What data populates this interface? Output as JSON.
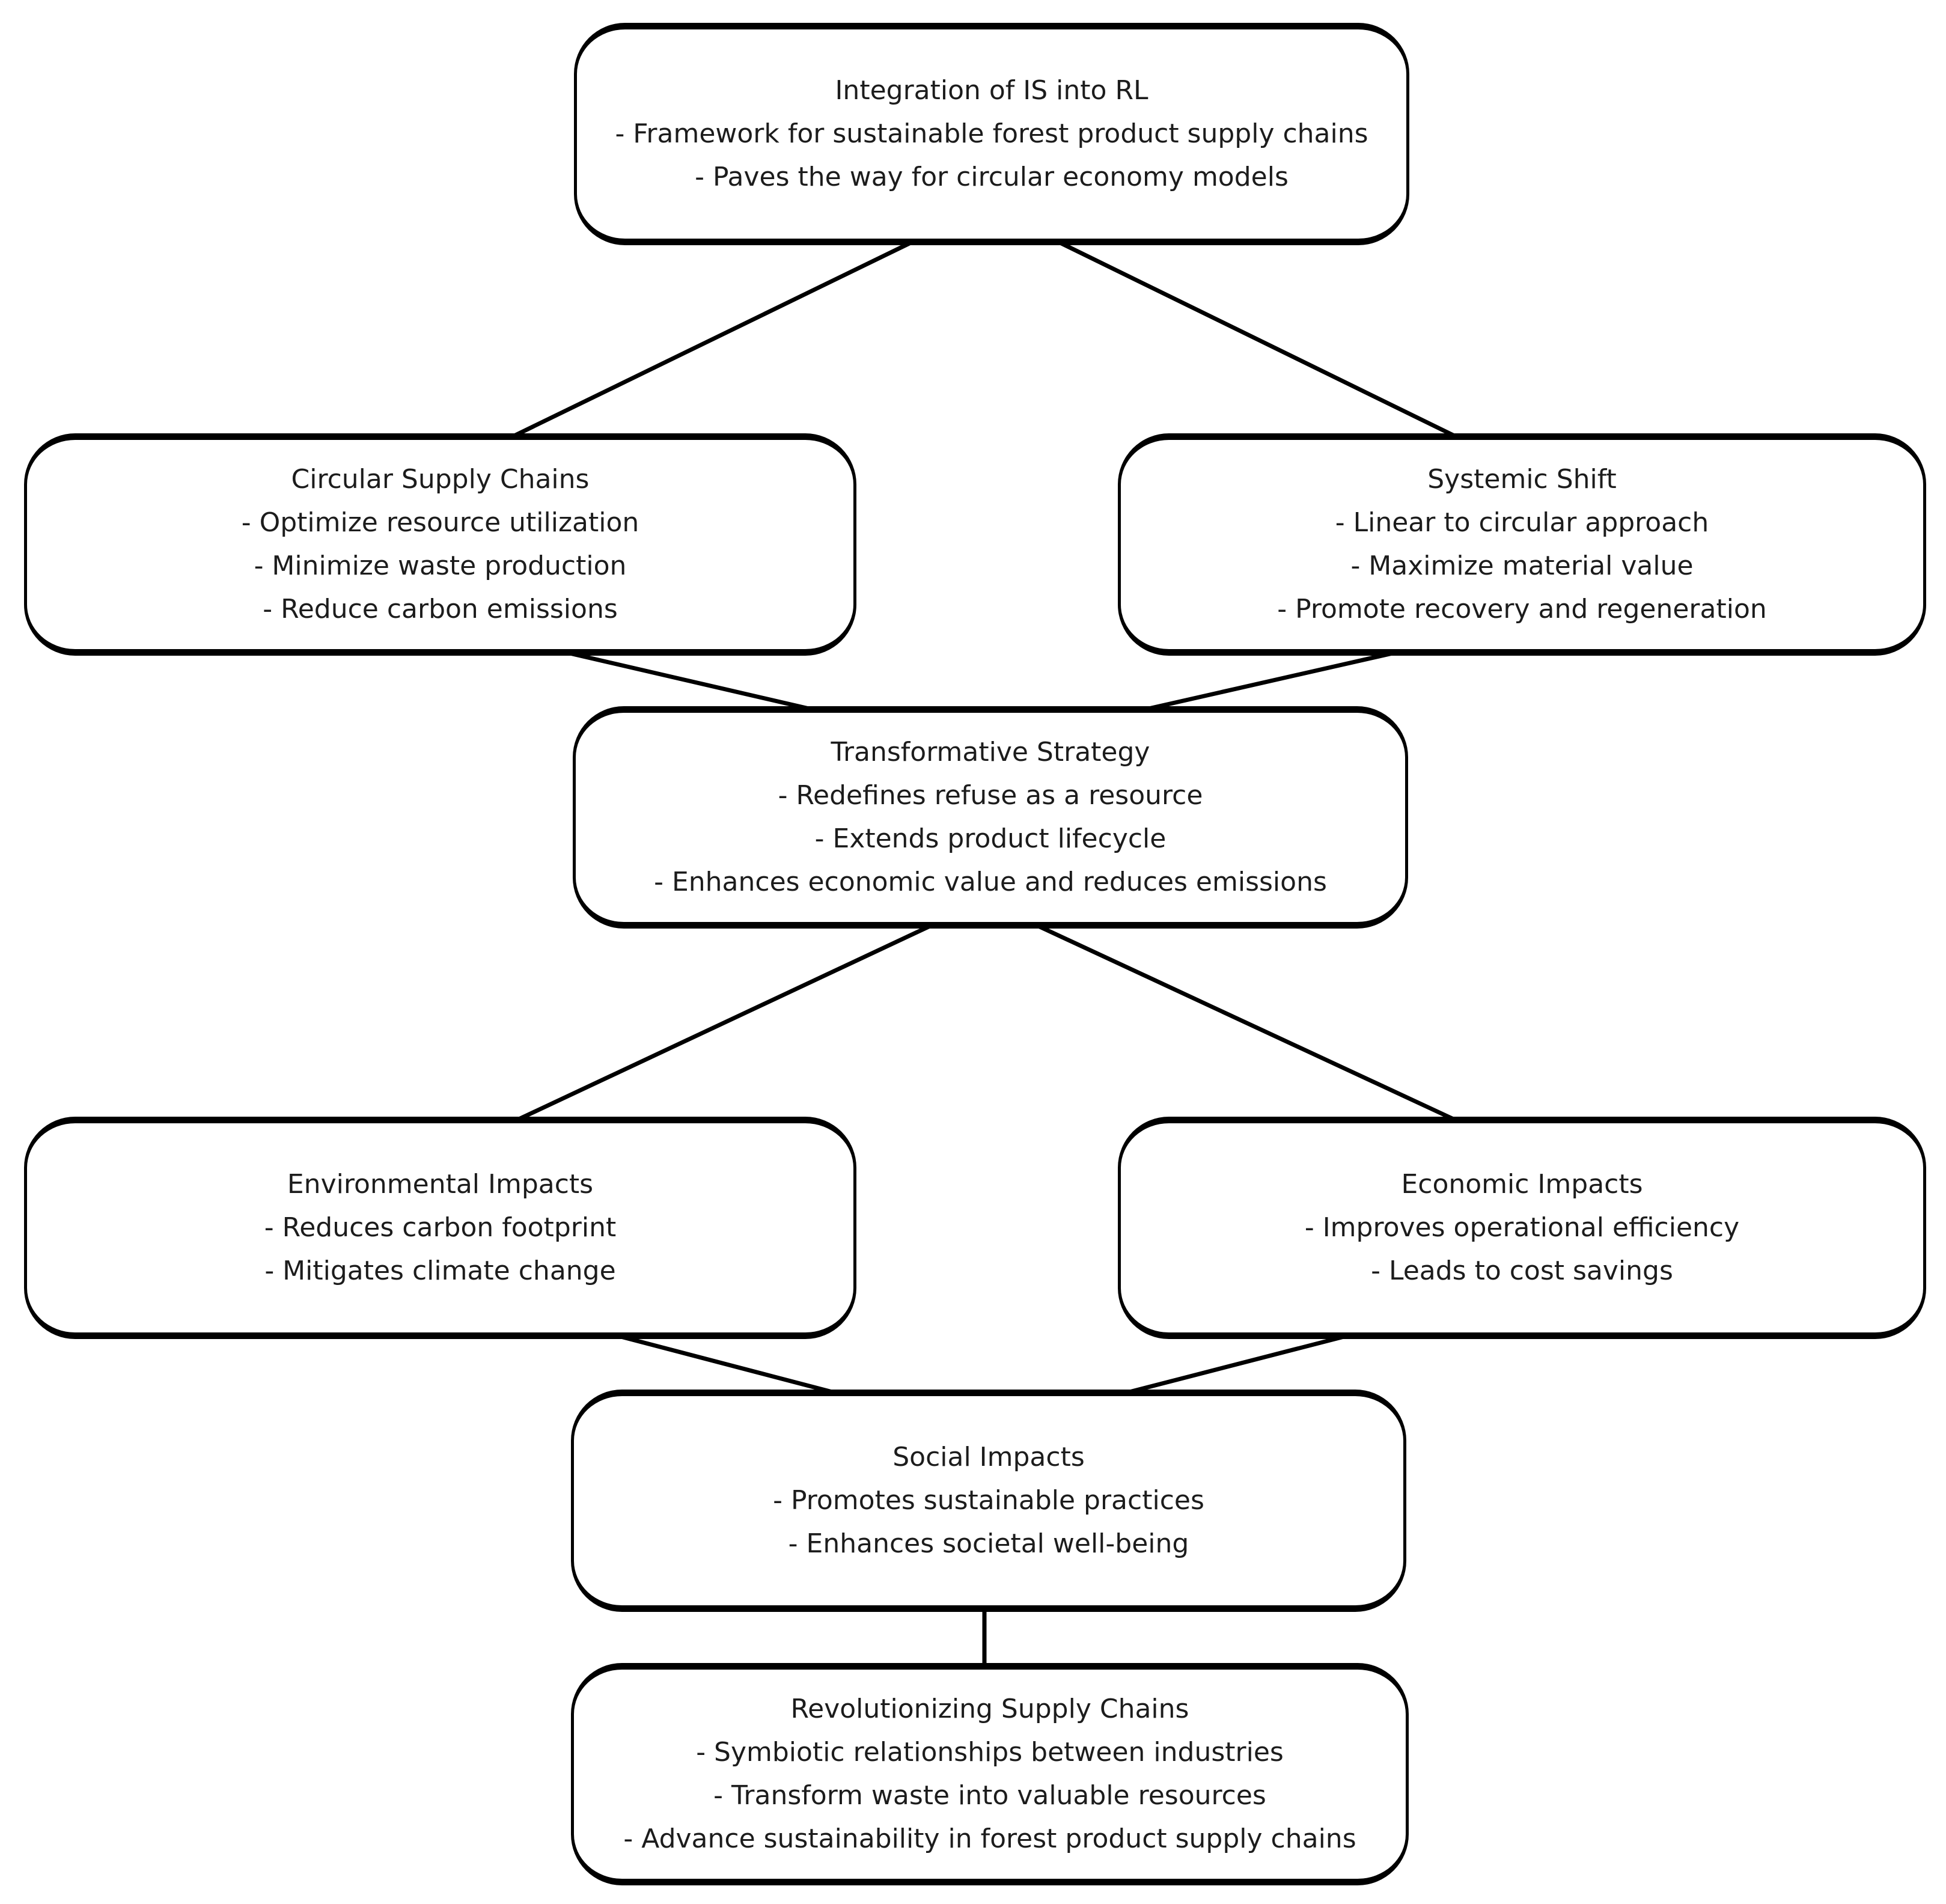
{
  "diagram": {
    "type": "flowchart",
    "background": "#ffffff",
    "line_color": "#000000",
    "text_color": "#1c1c1c"
  },
  "nodes": [
    {
      "id": "integration",
      "title": "Integration of IS into RL",
      "bullets": [
        "- Framework for sustainable forest product supply chains",
        "- Paves the way for circular economy models"
      ]
    },
    {
      "id": "circular-supply-chains",
      "title": "Circular Supply Chains",
      "bullets": [
        "- Optimize resource utilization",
        "- Minimize waste production",
        "- Reduce carbon emissions"
      ]
    },
    {
      "id": "systemic-shift",
      "title": "Systemic Shift",
      "bullets": [
        "- Linear to circular approach",
        "- Maximize material value",
        "- Promote recovery and regeneration"
      ]
    },
    {
      "id": "transformative-strategy",
      "title": "Transformative Strategy",
      "bullets": [
        "- Redefines refuse as a resource",
        "- Extends product lifecycle",
        "- Enhances economic value and reduces emissions"
      ]
    },
    {
      "id": "environmental-impacts",
      "title": "Environmental Impacts",
      "bullets": [
        "- Reduces carbon footprint",
        "- Mitigates climate change"
      ]
    },
    {
      "id": "economic-impacts",
      "title": "Economic Impacts",
      "bullets": [
        "- Improves operational efficiency",
        "- Leads to cost savings"
      ]
    },
    {
      "id": "social-impacts",
      "title": "Social Impacts",
      "bullets": [
        "- Promotes sustainable practices",
        "- Enhances societal well-being"
      ]
    },
    {
      "id": "revolutionizing-supply-chains",
      "title": "Revolutionizing Supply Chains",
      "bullets": [
        "- Symbiotic relationships between industries",
        "- Transform waste into valuable resources",
        "- Advance sustainability in forest product supply chains"
      ]
    }
  ],
  "edges": [
    {
      "from": "integration",
      "to": "circular-supply-chains"
    },
    {
      "from": "integration",
      "to": "systemic-shift"
    },
    {
      "from": "circular-supply-chains",
      "to": "transformative-strategy"
    },
    {
      "from": "systemic-shift",
      "to": "transformative-strategy"
    },
    {
      "from": "transformative-strategy",
      "to": "environmental-impacts"
    },
    {
      "from": "transformative-strategy",
      "to": "economic-impacts"
    },
    {
      "from": "environmental-impacts",
      "to": "social-impacts"
    },
    {
      "from": "economic-impacts",
      "to": "social-impacts"
    },
    {
      "from": "social-impacts",
      "to": "revolutionizing-supply-chains"
    }
  ]
}
